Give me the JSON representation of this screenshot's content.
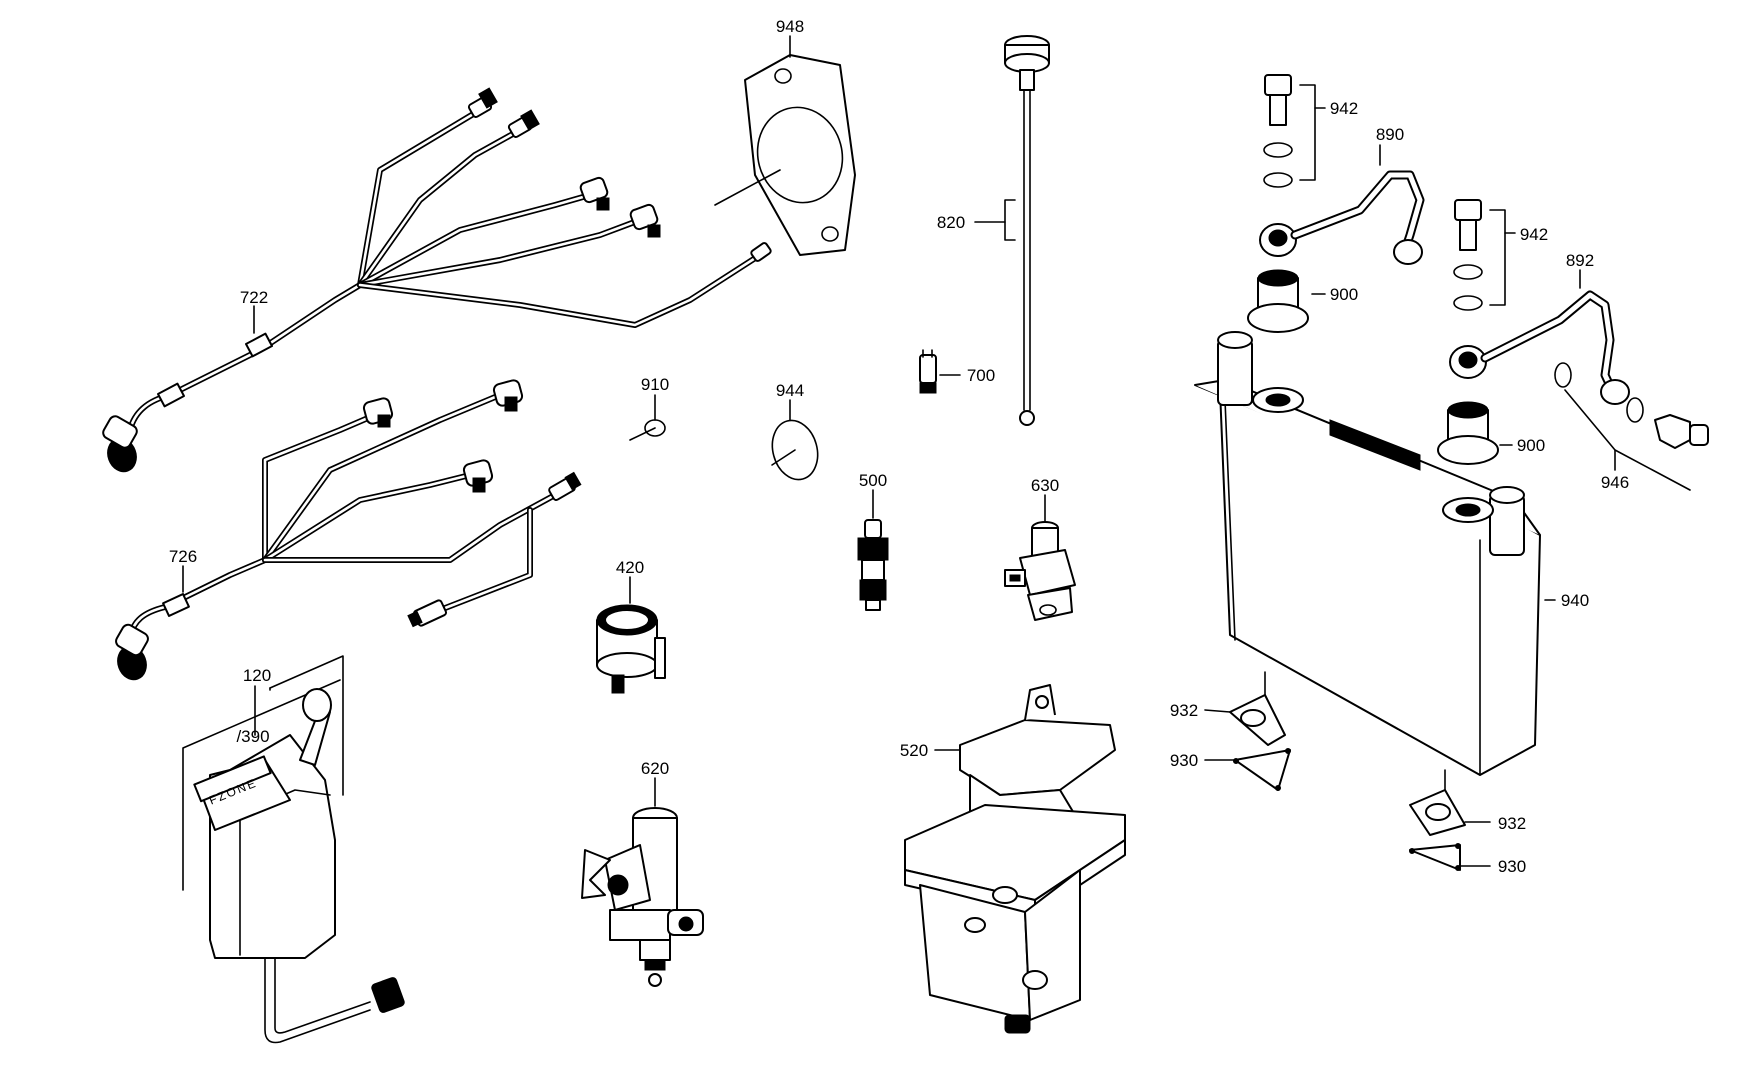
{
  "diagram": {
    "parts": [
      {
        "id": "p948",
        "number": "948"
      },
      {
        "id": "p722",
        "number": "722"
      },
      {
        "id": "p820",
        "number": "820"
      },
      {
        "id": "p700",
        "number": "700"
      },
      {
        "id": "p942a",
        "number": "942"
      },
      {
        "id": "p890",
        "number": "890"
      },
      {
        "id": "p900a",
        "number": "900"
      },
      {
        "id": "p942b",
        "number": "942"
      },
      {
        "id": "p892",
        "number": "892"
      },
      {
        "id": "p900b",
        "number": "900"
      },
      {
        "id": "p946",
        "number": "946"
      },
      {
        "id": "p910",
        "number": "910"
      },
      {
        "id": "p944",
        "number": "944"
      },
      {
        "id": "p500",
        "number": "500"
      },
      {
        "id": "p630",
        "number": "630"
      },
      {
        "id": "p726",
        "number": "726"
      },
      {
        "id": "p420",
        "number": "420"
      },
      {
        "id": "p940",
        "number": "940"
      },
      {
        "id": "p120",
        "number": "120"
      },
      {
        "id": "p390",
        "number": "/390"
      },
      {
        "id": "p620",
        "number": "620"
      },
      {
        "id": "p520",
        "number": "520"
      },
      {
        "id": "p932a",
        "number": "932"
      },
      {
        "id": "p930a",
        "number": "930"
      },
      {
        "id": "p932b",
        "number": "932"
      },
      {
        "id": "p930b",
        "number": "930"
      }
    ],
    "selector_dial_text": "FZONE"
  }
}
